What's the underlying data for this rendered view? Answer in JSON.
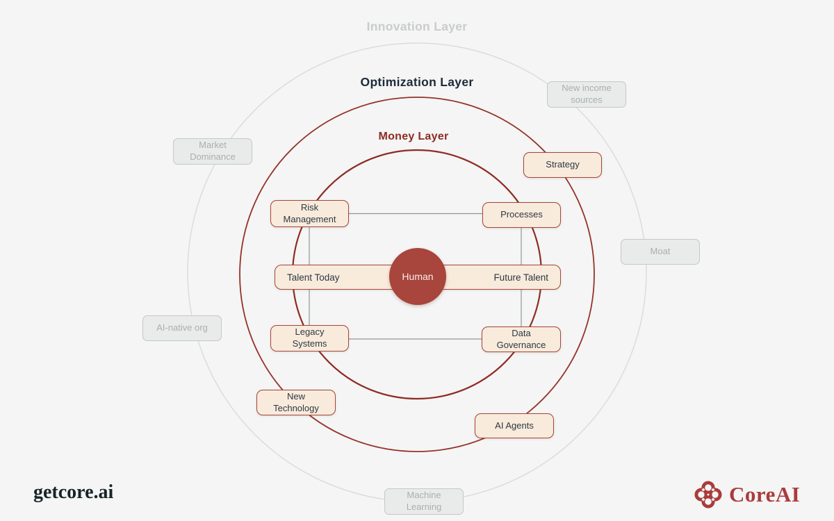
{
  "page": {
    "background": "#F4F5F4"
  },
  "layers": {
    "innovation": {
      "label": "Innovation Layer",
      "color": "#C9CDCC"
    },
    "optimization": {
      "label": "Optimization Layer",
      "color": "#1D2B39"
    },
    "money": {
      "label": "Money Layer",
      "color": "#8E2B24"
    }
  },
  "nodes": {
    "human": {
      "label": "Human"
    },
    "talent_today": {
      "label": "Talent Today"
    },
    "future_talent": {
      "label": "Future Talent"
    },
    "risk_management": {
      "label": "Risk\nManagement"
    },
    "processes": {
      "label": "Processes"
    },
    "legacy_systems": {
      "label": "Legacy\nSystems"
    },
    "data_governance": {
      "label": "Data\nGovernance"
    },
    "strategy": {
      "label": "Strategy"
    },
    "new_technology": {
      "label": "New\nTechnology"
    },
    "ai_agents": {
      "label": "AI Agents"
    },
    "new_income_sources": {
      "label": "New income\nsources"
    },
    "market_dominance": {
      "label": "Market\nDominance"
    },
    "moat": {
      "label": "Moat"
    },
    "ai_native_org": {
      "label": "AI-native org"
    },
    "machine_learning": {
      "label": "Machine\nLearning"
    }
  },
  "footer": {
    "wordmark": "getcore.ai",
    "brand": "CoreAI"
  },
  "colors": {
    "ring_red": "#8E2B24",
    "ring_gray": "#DADDDC",
    "node_border": "#A5443C",
    "node_fill": "#F8EBDC",
    "human_fill": "#A8453C",
    "muted_fill": "#E9EBEA",
    "muted_border": "#C3C8C7",
    "muted_text": "#A8AFAF",
    "connector": "#8D9998",
    "brand_red": "#A93C3C"
  }
}
